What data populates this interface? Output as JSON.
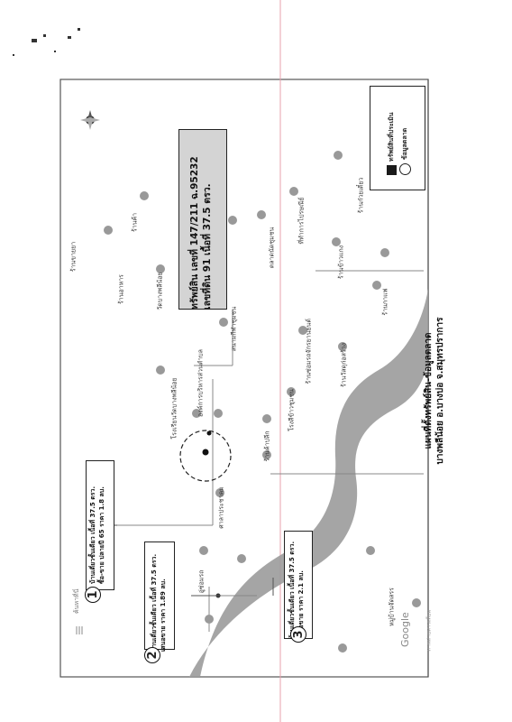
{
  "header": {
    "title_line1": "แผนที่ตั้งทรัพย์สิน-ข้อมูลตลาด",
    "title_line2": "บางพลีน้อย อ.บางบ่อ จ.สมุทรปราการ"
  },
  "subject": {
    "line1": "ทรัพย์สิน เลขที่ 147/211 ฉ.95232",
    "line2": "เลขที่ดิน 91 เนื้อที่ 37.5 ตรว."
  },
  "legend": {
    "item1": "ทรัพย์สินที่ประเมิน",
    "item2": "ข้อมูลตลาด",
    "colors": {
      "subject": "#1a1a1a",
      "market": "#ffffff"
    }
  },
  "comparables": [
    {
      "number": "1",
      "line1": "บ้านเดี่ยวชั้นเดียว เนื้อที่ 37.5 ตรว.",
      "line2": "ซื้อ-ขาย ปลายปี 65 ราคา 1.8 ลบ."
    },
    {
      "number": "2",
      "line1": "บ้านเดี่ยวชั้นเดียว เนื้อที่ 37.5 ตรว.",
      "line2": "เสนอขาย ราคา 1.89 ลบ."
    },
    {
      "number": "3",
      "line1": "บ้านเดี่ยวชั้นเดียว เนื้อที่ 37.5 ตรว.",
      "line2": "เสนอขาย ราคา 2.1 ลบ."
    }
  ],
  "pois": [
    "ร้านขายยา",
    "ร้านอาหาร",
    "ร้านค้า",
    "วัดบางพลีน้อย",
    "โรงเรียนวัดบางพลีน้อย",
    "สนามกีฬาชุมชน",
    "ตลาดนัดชุมชน",
    "ที่ทำการไปรษณีย์",
    "ร้านข้าวแกง",
    "ร้านก๋วยเตี๋ยว",
    "ร้านกาแฟ",
    "ร้านซ่อมรถจักรยานยนต์",
    "ร้านวัสดุก่อสร้าง",
    "ร้านค้าปลีก",
    "โรงสีข้าวชุมชน",
    "ศาลาประชาคม",
    "องค์การบริหารส่วนตำบล",
    "อู่ซ่อมรถ",
    "หมู่บ้านจัดสรร"
  ],
  "map_ui": {
    "search_label": "ค้นหาที่นี่",
    "google_logo": "Google",
    "attribution": "ภาพถ่ายดาวเทียม"
  }
}
